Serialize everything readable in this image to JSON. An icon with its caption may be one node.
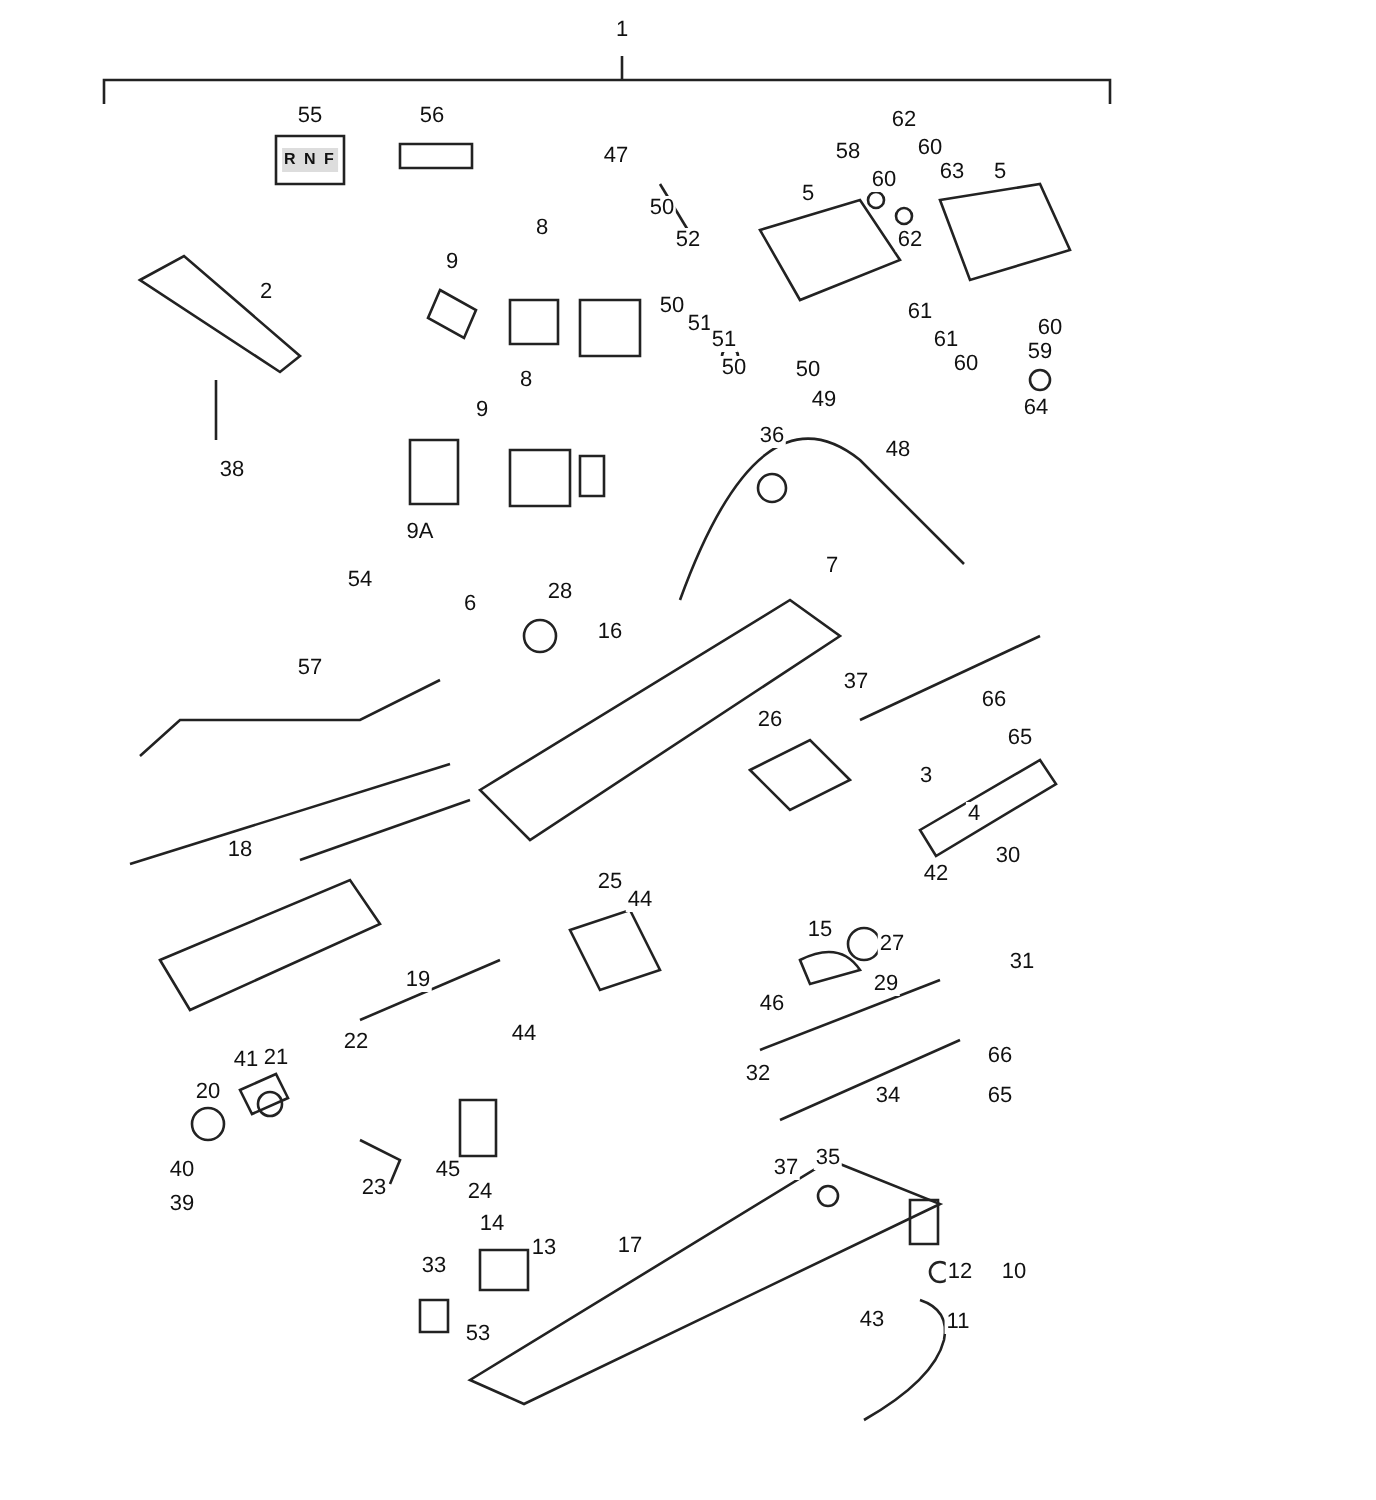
{
  "diagram": {
    "labels": [
      "1",
      "55",
      "56",
      "R N F",
      "62",
      "58",
      "60",
      "63",
      "5",
      "47",
      "60",
      "62",
      "5",
      "50",
      "52",
      "2",
      "9",
      "8",
      "50",
      "51",
      "51",
      "50",
      "61",
      "61",
      "60",
      "60",
      "59",
      "50",
      "49",
      "64",
      "48",
      "38",
      "8",
      "9",
      "36",
      "7",
      "9A",
      "54",
      "6",
      "28",
      "16",
      "57",
      "37",
      "66",
      "65",
      "26",
      "3",
      "4",
      "18",
      "44",
      "42",
      "30",
      "25",
      "27",
      "15",
      "31",
      "46",
      "29",
      "19",
      "44",
      "22",
      "21",
      "41",
      "32",
      "66",
      "20",
      "34",
      "65",
      "40",
      "23",
      "45",
      "24",
      "37",
      "35",
      "39",
      "14",
      "13",
      "17",
      "10",
      "33",
      "12",
      "53",
      "43",
      "11"
    ]
  }
}
